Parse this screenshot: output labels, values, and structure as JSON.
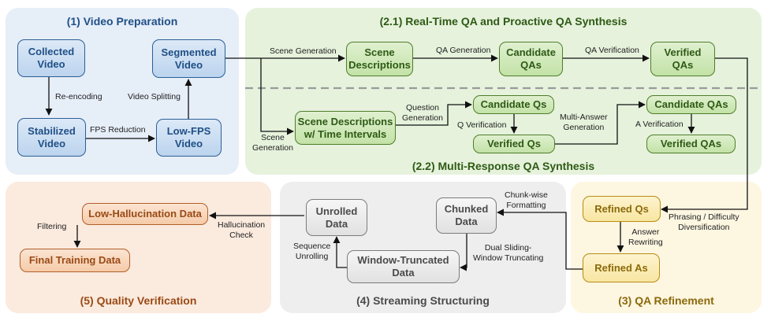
{
  "panels": {
    "video_prep": "(1) Video Preparation",
    "realtime": "(2.1) Real-Time QA and Proactive QA Synthesis",
    "multi": "(2.2) Multi-Response QA Synthesis",
    "refine": "(3) QA Refinement",
    "streaming": "(4) Streaming Structuring",
    "quality": "(5) Quality Verification"
  },
  "nodes": {
    "collected": "Collected\nVideo",
    "stabilized": "Stabilized\nVideo",
    "lowfps": "Low-FPS\nVideo",
    "segmented": "Segmented\nVideo",
    "scene_desc": "Scene\nDescriptions",
    "cand_qas": "Candidate\nQAs",
    "verified_qas": "Verified\nQAs",
    "scene_desc_ti": "Scene Descriptions\nw/ Time Intervals",
    "cand_qs": "Candidate Qs",
    "verified_qs": "Verified Qs",
    "cand_qas2": "Candidate QAs",
    "verified_qas2": "Verified QAs",
    "refined_qs": "Refined Qs",
    "refined_as": "Refined As",
    "chunked": "Chunked\nData",
    "window_trunc": "Window-Truncated\nData",
    "unrolled": "Unrolled\nData",
    "low_hall": "Low-Hallucination Data",
    "final": "Final Training Data"
  },
  "labels": {
    "reencoding": "Re-encoding",
    "fps_reduction": "FPS Reduction",
    "video_splitting": "Video Splitting",
    "scene_gen_top": "Scene Generation",
    "qa_gen": "QA Generation",
    "qa_verif": "QA Verification",
    "scene_gen_bottom": "Scene\nGeneration",
    "question_gen": "Question\nGeneration",
    "q_verif": "Q Verification",
    "multi_answer": "Multi-Answer\nGeneration",
    "a_verif": "A Verification",
    "phrasing": "Phrasing / Difficulty\nDiversification",
    "answer_rewriting": "Answer\nRewriting",
    "chunk_formatting": "Chunk-wise\nFormatting",
    "dual_sliding": "Dual Sliding-\nWindow Truncating",
    "seq_unrolling": "Sequence\nUnrolling",
    "hall_check": "Hallucination\nCheck",
    "filtering": "Filtering"
  },
  "colors": {
    "blue_panel": "#e6eef8",
    "green_panel": "#e6f2dc",
    "yellow_panel": "#fdf6e1",
    "gray_panel": "#eeeeee",
    "orange_panel": "#fbeade",
    "arrow": "#111111"
  }
}
